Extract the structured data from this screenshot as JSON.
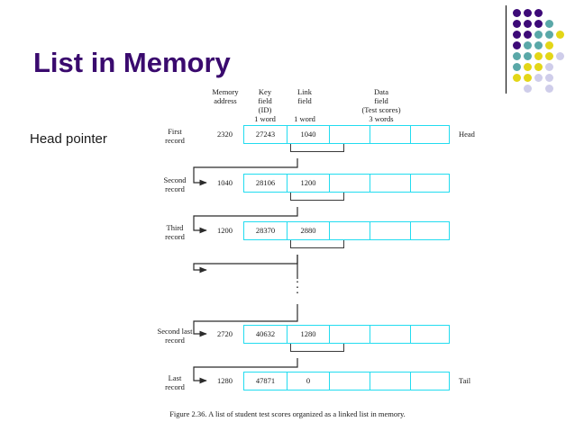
{
  "slide": {
    "title": "List in Memory",
    "title_color": "#3a0a6e",
    "head_pointer_label": "Head pointer",
    "caption": "Figure 2.36.  A list of student test scores organized as a linked list in memory."
  },
  "decoration": {
    "name": "dot-grid-decoration",
    "colors": {
      "purple": "#3d0a78",
      "teal": "#5aa8a8",
      "yellow": "#e3d617",
      "lavender": "#cfcdea"
    },
    "divider_color": "#000000"
  },
  "table": {
    "border_color": "#22dcf0",
    "headers": [
      {
        "name": "memory-address",
        "lines": [
          "Memory",
          "address"
        ]
      },
      {
        "name": "key-field",
        "lines": [
          "Key",
          "field",
          "(ID)",
          "1 word"
        ]
      },
      {
        "name": "link-field",
        "lines": [
          "Link",
          "field",
          "",
          "1 word"
        ]
      },
      {
        "name": "data-field",
        "lines": [
          "Data",
          "field",
          "(Test scores)",
          "3 words"
        ]
      }
    ],
    "rows": [
      {
        "label": [
          "First",
          "record"
        ],
        "address": "2320",
        "key": "27243",
        "link": "1040",
        "data": [
          "",
          "",
          ""
        ],
        "end_label": "Head"
      },
      {
        "label": [
          "Second",
          "record"
        ],
        "address": "1040",
        "key": "28106",
        "link": "1200",
        "data": [
          "",
          "",
          ""
        ],
        "end_label": ""
      },
      {
        "label": [
          "Third",
          "record"
        ],
        "address": "1200",
        "key": "28370",
        "link": "2880",
        "data": [
          "",
          "",
          ""
        ],
        "end_label": ""
      },
      {
        "label": [
          "Second last",
          "record"
        ],
        "address": "2720",
        "key": "40632",
        "link": "1280",
        "data": [
          "",
          "",
          ""
        ],
        "end_label": ""
      },
      {
        "label": [
          "Last",
          "record"
        ],
        "address": "1280",
        "key": "47871",
        "link": "0",
        "data": [
          "",
          "",
          ""
        ],
        "end_label": "Tail"
      }
    ],
    "ellipsis": "⋮"
  }
}
